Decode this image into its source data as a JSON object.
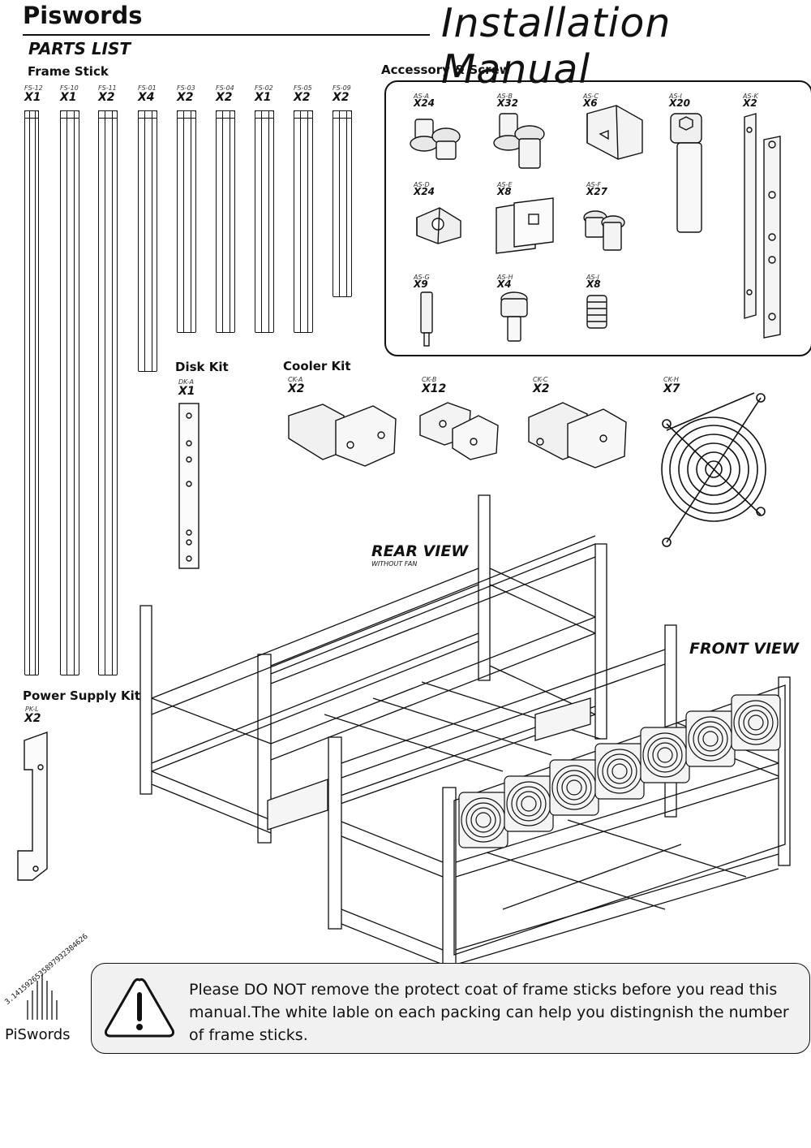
{
  "header": {
    "brand": "Piswords",
    "title": "Installation Manual"
  },
  "parts_list_label": "PARTS LIST",
  "frame_stick": {
    "label": "Frame Stick",
    "items": [
      {
        "code": "FS-12",
        "qty": "X1"
      },
      {
        "code": "FS-10",
        "qty": "X1"
      },
      {
        "code": "FS-11",
        "qty": "X2"
      },
      {
        "code": "FS-01",
        "qty": "X4"
      },
      {
        "code": "FS-03",
        "qty": "X2"
      },
      {
        "code": "FS-04",
        "qty": "X2"
      },
      {
        "code": "FS-02",
        "qty": "X1"
      },
      {
        "code": "FS-05",
        "qty": "X2"
      },
      {
        "code": "FS-09",
        "qty": "X2"
      }
    ]
  },
  "accessory": {
    "label": "Accessory & Screw",
    "items": [
      {
        "code": "AS-A",
        "qty": "X24"
      },
      {
        "code": "AS-B",
        "qty": "X32"
      },
      {
        "code": "AS-C",
        "qty": "X6"
      },
      {
        "code": "AS-I",
        "qty": "X20"
      },
      {
        "code": "AS-K",
        "qty": "X2"
      },
      {
        "code": "AS-D",
        "qty": "X24"
      },
      {
        "code": "AS-E",
        "qty": "X8"
      },
      {
        "code": "AS-F",
        "qty": "X27"
      },
      {
        "code": "AS-G",
        "qty": "X9"
      },
      {
        "code": "AS-H",
        "qty": "X4"
      },
      {
        "code": "AS-J",
        "qty": "X8"
      }
    ]
  },
  "disk_kit": {
    "label": "Disk Kit",
    "code": "DK-A",
    "qty": "X1"
  },
  "cooler_kit": {
    "label": "Cooler Kit",
    "items": [
      {
        "code": "CK-A",
        "qty": "X2"
      },
      {
        "code": "CK-B",
        "qty": "X12"
      },
      {
        "code": "CK-C",
        "qty": "X2"
      },
      {
        "code": "CK-H",
        "qty": "X7"
      }
    ]
  },
  "power_supply_kit": {
    "label": "Power Supply Kit",
    "code": "PK-L",
    "qty": "X2"
  },
  "views": {
    "rear": "REAR VIEW",
    "rear_sub": "WITHOUT FAN",
    "front": "FRONT VIEW"
  },
  "logo": {
    "text": "PiSwords",
    "ring_digits": "3.1415926535897932384626"
  },
  "warning": {
    "text": "Please DO NOT remove the protect coat of frame sticks before you read this manual.The white lable on each packing can help you distingnish the number of frame sticks."
  }
}
